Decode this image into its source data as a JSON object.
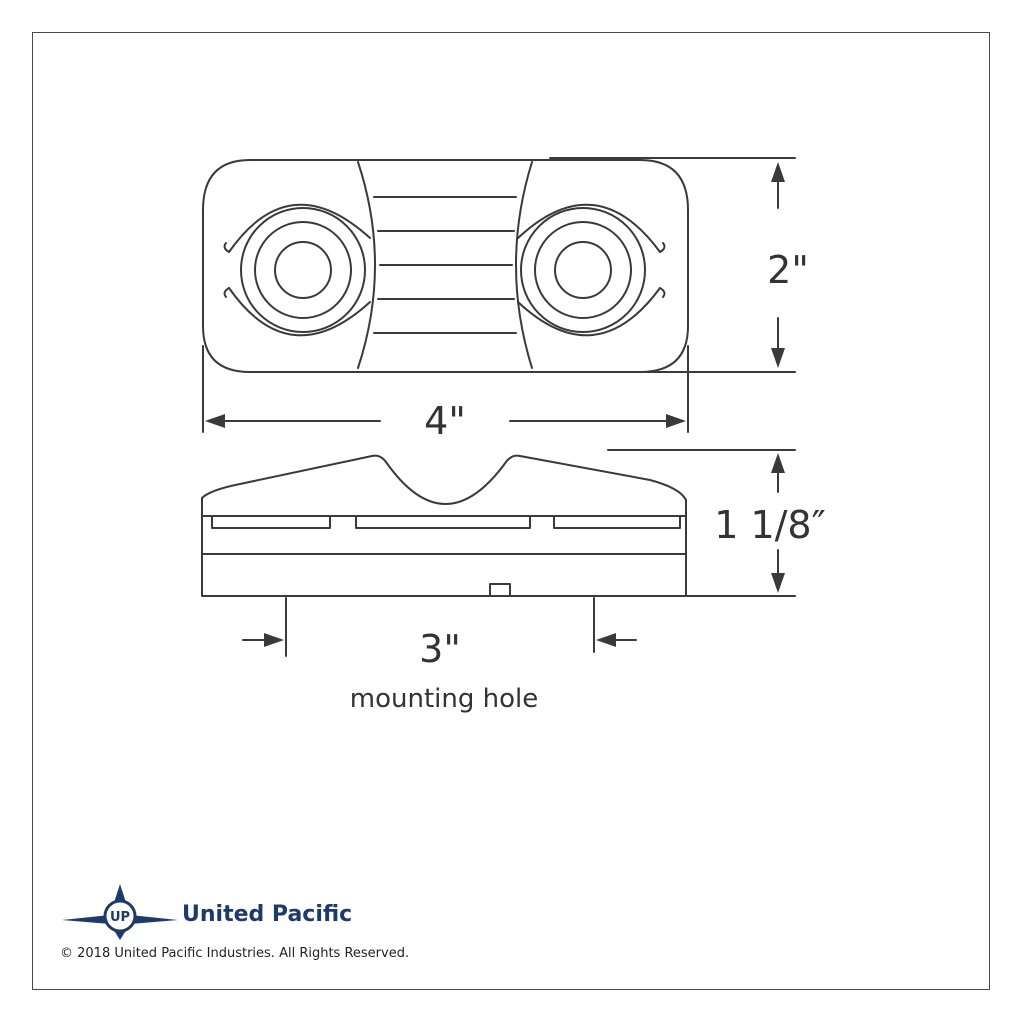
{
  "dimensions": {
    "height_top": "2\"",
    "width": "4\"",
    "height_side": "1 1/8″",
    "hole_spacing": "3\"",
    "hole_caption": "mounting hole"
  },
  "brand": {
    "name": "United Pacific",
    "logo_monogram": "UP",
    "copyright": "© 2018 United Pacific Industries. All Rights Reserved.",
    "color": "#1e3a6b"
  },
  "colors": {
    "line": "#3a3a3a",
    "frame": "#4a4a4a"
  }
}
